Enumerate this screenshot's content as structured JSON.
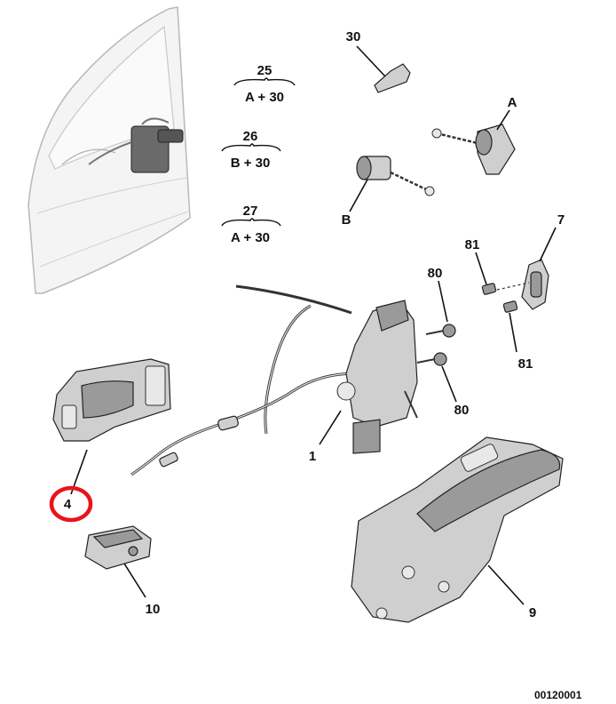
{
  "callouts": {
    "c30": "30",
    "cA": "A",
    "cB": "B",
    "c7": "7",
    "c81_top": "81",
    "c81_bottom": "81",
    "c80_top": "80",
    "c80_bottom": "80",
    "c1": "1",
    "c4": "4",
    "c9": "9",
    "c10": "10"
  },
  "brace_labels": [
    {
      "top": "25",
      "bottom": "A + 30"
    },
    {
      "top": "26",
      "bottom": "B + 30"
    },
    {
      "top": "27",
      "bottom": "A + 30"
    }
  ],
  "reference_code": "00120001",
  "highlight_color": "#e8141b"
}
